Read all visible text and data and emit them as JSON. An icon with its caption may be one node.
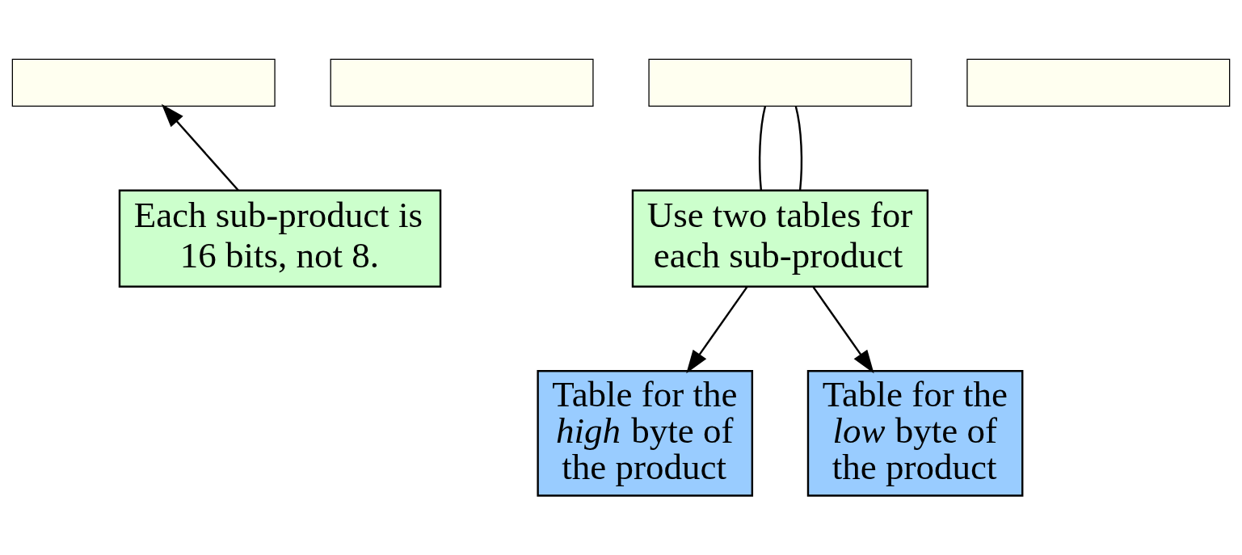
{
  "diagram": {
    "nodes": [
      {
        "text": [],
        "shape": "box"
      },
      {
        "text": [],
        "shape": "box"
      },
      {
        "text": [],
        "shape": "box"
      },
      {
        "text": [],
        "shape": "box"
      },
      {
        "text": [
          "Each sub-product is 16 bits, not 8."
        ]
      },
      {
        "text": [
          "Use two tables for each sub-product"
        ]
      },
      {
        "text": [
          "Table for the *high* byte of the product"
        ]
      },
      {
        "text": [
          "Table for the *low* byte of the product"
        ]
      }
    ],
    "edges": [
      {
        "from": 4,
        "to": 0,
        "arrow": "to"
      },
      {
        "from": 2,
        "to": 5,
        "arrow": "none"
      },
      {
        "from": 2,
        "to": 5,
        "arrow": "none"
      },
      {
        "from": 5,
        "to": 6,
        "arrow": "to"
      },
      {
        "from": 5,
        "to": 7,
        "arrow": "to"
      }
    ]
  }
}
